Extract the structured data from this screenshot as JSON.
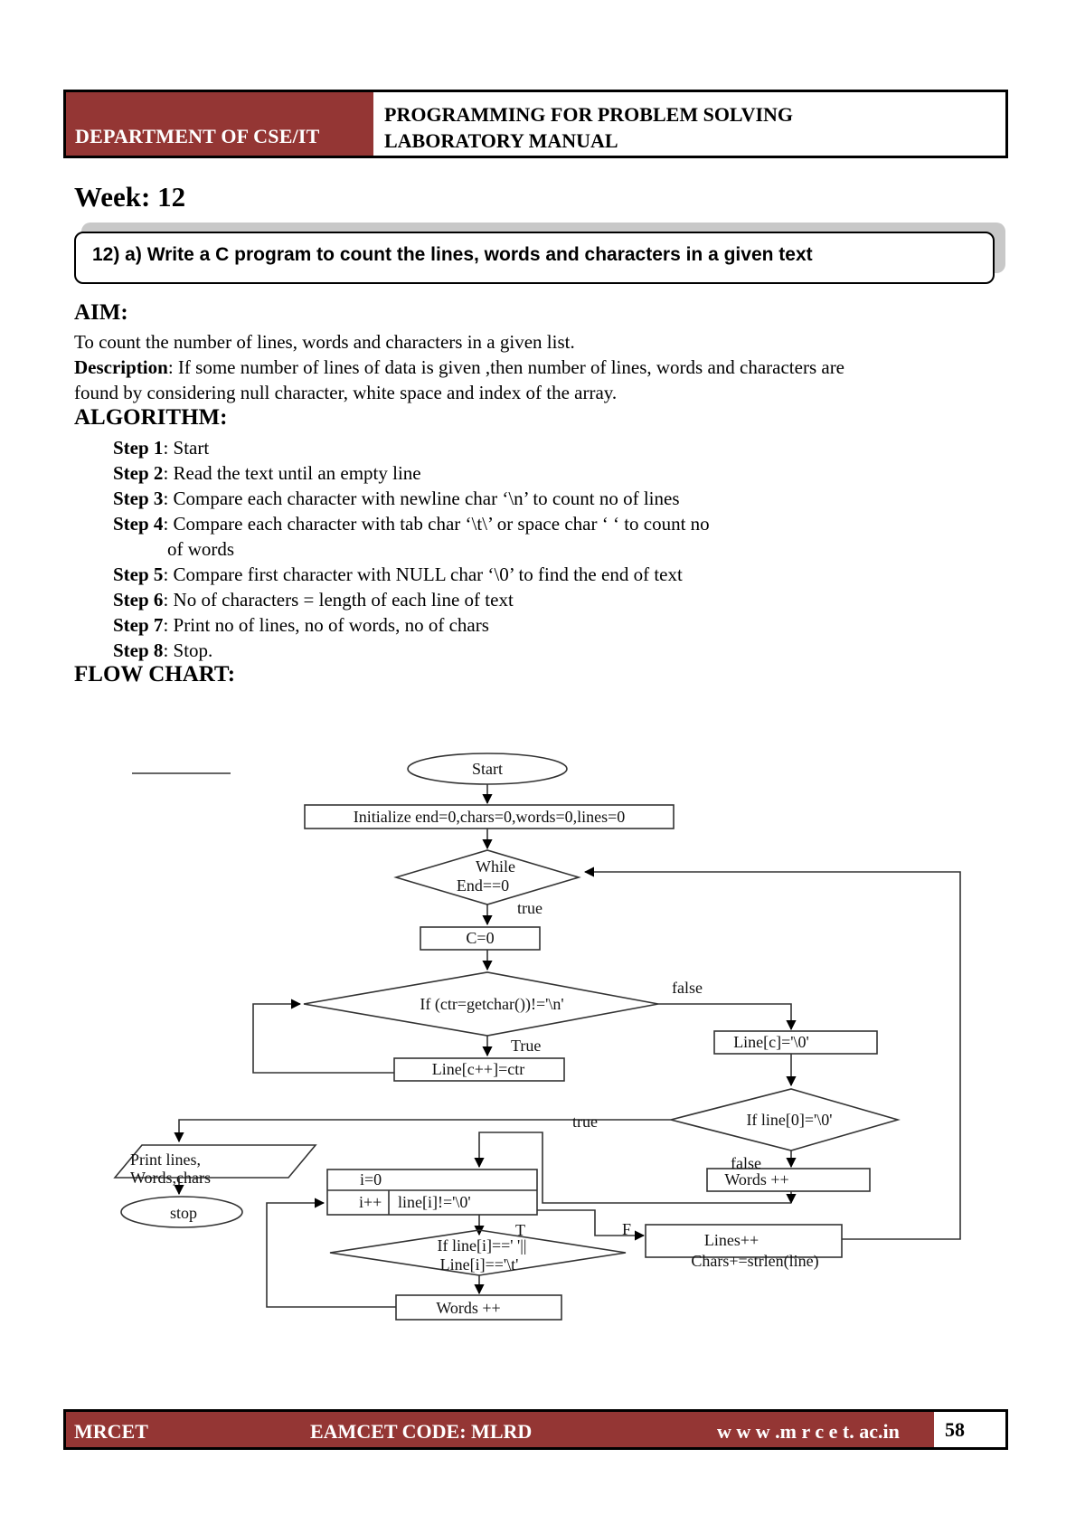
{
  "header": {
    "department": "DEPARTMENT OF CSE/IT",
    "title_line1": "PROGRAMMING FOR PROBLEM SOLVING",
    "title_line2": "LABORATORY  MANUAL"
  },
  "week": "Week: 12",
  "question": "12) a) Write a C program to count the lines, words and characters in a given text",
  "aim": {
    "heading": "AIM:",
    "text": " To count the number of lines, words and characters in a given list.",
    "desc_label": "Description",
    "desc_text": ": If some number of lines of data is given ,then number of lines, words and characters are",
    "desc_text2": "found by considering null character, white space and index of the array."
  },
  "algorithm": {
    "heading": "ALGORITHM:",
    "steps": [
      {
        "label": "Step 1",
        "text": ": Start"
      },
      {
        "label": "Step 2",
        "text": ": Read the text until an empty line"
      },
      {
        "label": "Step 3",
        "text": ": Compare each character with newline char ‘\\n’ to count no of lines"
      },
      {
        "label": "Step 4",
        "text": ": Compare each character with tab char ‘\\t\\’ or space char ‘ ‘ to count no"
      },
      {
        "label": "",
        "text": "of words"
      },
      {
        "label": "Step 5",
        "text": ": Compare first character with NULL char ‘\\0’ to find the end of text"
      },
      {
        "label": "Step 6",
        "text": ": No of characters = length of each line of text"
      },
      {
        "label": "Step 7",
        "text": ": Print no of lines, no of words, no of chars"
      },
      {
        "label": "Step 8",
        "text": ": Stop."
      }
    ]
  },
  "flowchart": {
    "heading": "FLOW CHART:",
    "start": "Start",
    "init": "Initialize end=0,chars=0,words=0,lines=0",
    "while_1": "While",
    "while_2": "End==0",
    "true_1": "true",
    "c0": "C=0",
    "if_getchar": "If (ctr=getchar())!='\\n'",
    "false_1": "false",
    "true_2": "True",
    "line_cpp": "Line[c++]=ctr",
    "line_c0": "Line[c]='\\0'",
    "if_line0": "If line[0]='\\0'",
    "true_3": "true",
    "false_2": "false",
    "words_pp_1": "Words ++",
    "print_1": "Print lines,",
    "print_2": "Words,chars",
    "stop": "stop",
    "i0": "i=0",
    "ipp": "i++",
    "cond_i": "line[i]!='\\0'",
    "t_label": "T",
    "f_label": "F",
    "if_space_1": "If line[i]==' '||",
    "if_space_2": "Line[i]=='\\t'",
    "lines_pp": "Lines++",
    "chars_pp": "Chars+=strlen(line)",
    "words_pp_2": "Words ++"
  },
  "footer": {
    "left": "MRCET",
    "center": "EAMCET CODE: MLRD",
    "right": "w w w .m r c e t. ac.in",
    "page": "58"
  }
}
